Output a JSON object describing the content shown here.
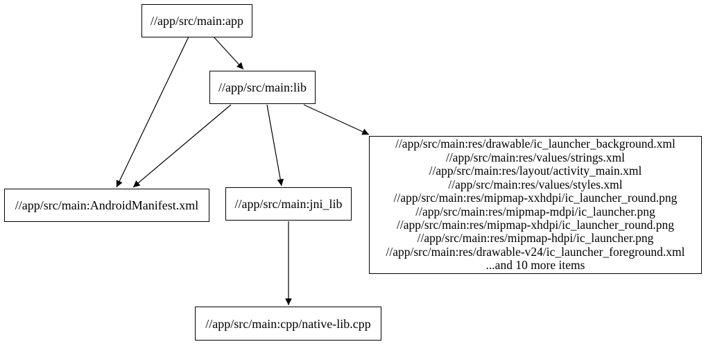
{
  "diagram": {
    "type": "directed-graph",
    "background_color": "#ffffff",
    "node_border_color": "#000000",
    "edge_color": "#000000",
    "text_color": "#000000"
  },
  "nodes": {
    "app": {
      "label": "//app/src/main:app"
    },
    "lib": {
      "label": "//app/src/main:lib"
    },
    "manifest": {
      "label": "//app/src/main:AndroidManifest.xml"
    },
    "jni_lib": {
      "label": "//app/src/main:jni_lib"
    },
    "resources": {
      "lines": [
        "//app/src/main:res/drawable/ic_launcher_background.xml",
        "//app/src/main:res/values/strings.xml",
        "//app/src/main:res/layout/activity_main.xml",
        "//app/src/main:res/values/styles.xml",
        "//app/src/main:res/mipmap-xxhdpi/ic_launcher_round.png",
        "//app/src/main:res/mipmap-mdpi/ic_launcher.png",
        "//app/src/main:res/mipmap-xhdpi/ic_launcher_round.png",
        "//app/src/main:res/mipmap-hdpi/ic_launcher.png",
        "//app/src/main:res/drawable-v24/ic_launcher_foreground.xml",
        "...and 10 more items"
      ]
    },
    "cpp": {
      "label": "//app/src/main:cpp/native-lib.cpp"
    }
  },
  "edges": [
    {
      "from": "//app/src/main:app",
      "to": "//app/src/main:lib"
    },
    {
      "from": "//app/src/main:app",
      "to": "//app/src/main:AndroidManifest.xml"
    },
    {
      "from": "//app/src/main:lib",
      "to": "//app/src/main:AndroidManifest.xml"
    },
    {
      "from": "//app/src/main:lib",
      "to": "//app/src/main:jni_lib"
    },
    {
      "from": "//app/src/main:lib",
      "to": "res group (ic_launcher resources)"
    },
    {
      "from": "//app/src/main:jni_lib",
      "to": "//app/src/main:cpp/native-lib.cpp"
    }
  ]
}
